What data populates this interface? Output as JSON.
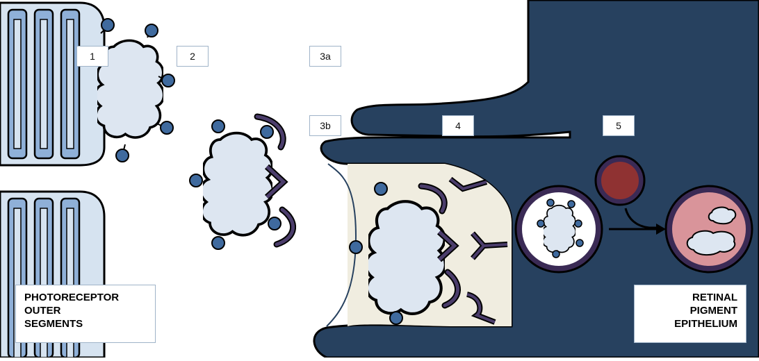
{
  "colors": {
    "rpe": "#27415f",
    "rpe_inner": "#f0ede0",
    "segment_box": "#d6e3f0",
    "disc_fill": "#8fb0d8",
    "fragment": "#dde6f1",
    "ligand": "#3f6a9e",
    "receptor": "#4b3d6b",
    "phagosome_ring": "#3a2a55",
    "lysosome": "#8f3232",
    "phagolysosome": "#d9949a"
  },
  "steps": {
    "s1": "1",
    "s2": "2",
    "s3a": "3a",
    "s3b": "3b",
    "s4": "4",
    "s5": "5"
  },
  "labels": {
    "photoreceptor": [
      "PHOTORECEPTOR",
      "OUTER",
      "SEGMENTS"
    ],
    "rpe": [
      "RETINAL",
      "PIGMENT",
      "EPITHELIUM"
    ]
  }
}
